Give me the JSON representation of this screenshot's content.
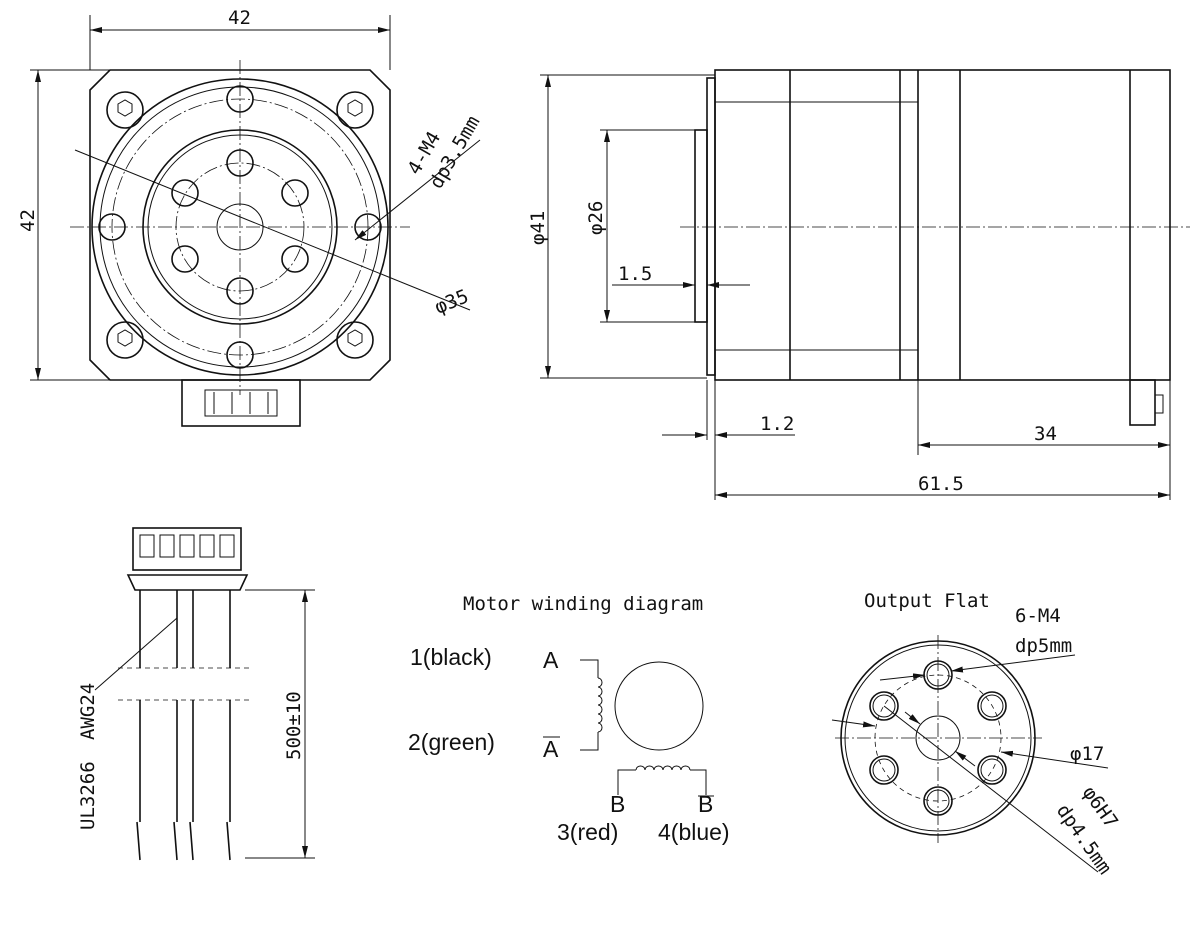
{
  "front_view": {
    "width_dim": "42",
    "height_dim": "42",
    "thread_note_1": "4-M4",
    "thread_note_2": "dp3.5mm",
    "flange_dia": "φ35"
  },
  "side_view": {
    "body_dia": "φ41",
    "boss_dia": "φ26",
    "boss_length": "1.5",
    "flange_thickness": "1.2",
    "gearbox_length": "34",
    "total_length": "61.5"
  },
  "cable": {
    "wire_spec_1": "UL3266",
    "wire_spec_2": "AWG24",
    "length_dim": "500±10"
  },
  "winding": {
    "title": "Motor winding diagram",
    "wire1": "1(black)",
    "wire2": "2(green)",
    "wire3": "3(red)",
    "wire4": "4(blue)",
    "phase_a": "A",
    "phase_a_bar": "A",
    "phase_b": "B",
    "phase_b_bar": "B"
  },
  "output_flat": {
    "title": "Output Flat",
    "thread_note_1": "6-M4",
    "thread_note_2": "dp5mm",
    "pcd": "φ17",
    "bore": "φ6H7",
    "bore_depth": "dp4.5mm"
  }
}
